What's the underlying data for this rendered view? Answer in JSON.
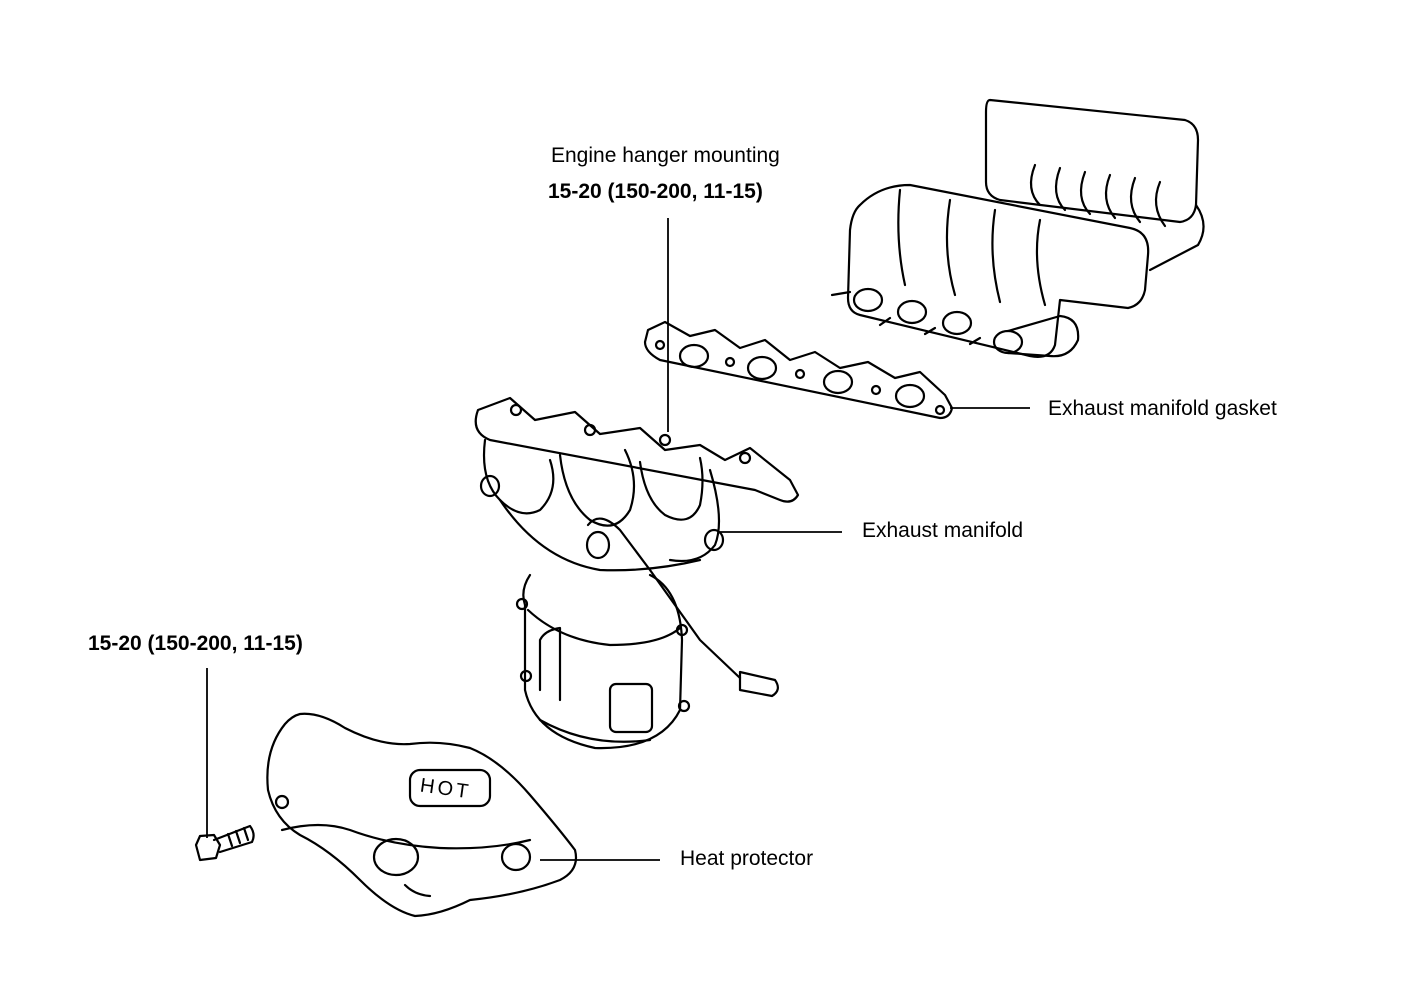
{
  "labels": {
    "engine_hanger_title": "Engine hanger mounting",
    "engine_hanger_torque": "15-20 (150-200, 11-15)",
    "exhaust_manifold_gasket": "Exhaust manifold gasket",
    "exhaust_manifold": "Exhaust manifold",
    "heat_protector_torque": "15-20 (150-200, 11-15)",
    "heat_protector": "Heat protector",
    "hot_mark": "HOT"
  }
}
